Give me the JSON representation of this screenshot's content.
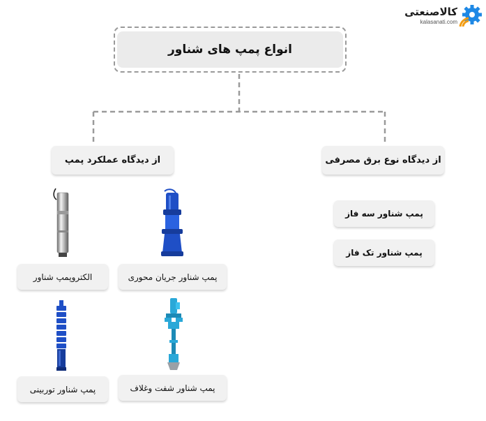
{
  "logo": {
    "name": "کالاصنعتی",
    "domain": "kalasanati.com"
  },
  "title": "انواع پمپ های شناور",
  "categories": {
    "performance": "از دیدگاه عملکرد پمپ",
    "electricity": "از دیدگاه نوع برق مصرفی"
  },
  "items": {
    "electro_pump": "الکتروپمپ شناور",
    "axial_flow": "پمپ شناور جریان محوری",
    "turbine": "پمپ شناور توربینی",
    "shaft_sleeve": "پمپ شناور شفت وغلاف",
    "three_phase": "پمپ شناور سه فاز",
    "single_phase": "پمپ شناور تک فاز"
  },
  "colors": {
    "box_bg": "#f1f1f1",
    "title_bg": "#ebebeb",
    "dash": "#9a9a9a",
    "pump_blue": "#1f4fc6",
    "pump_cyan": "#2aa8d8",
    "logo_orange": "#f39c12",
    "logo_blue": "#1e88e5"
  }
}
